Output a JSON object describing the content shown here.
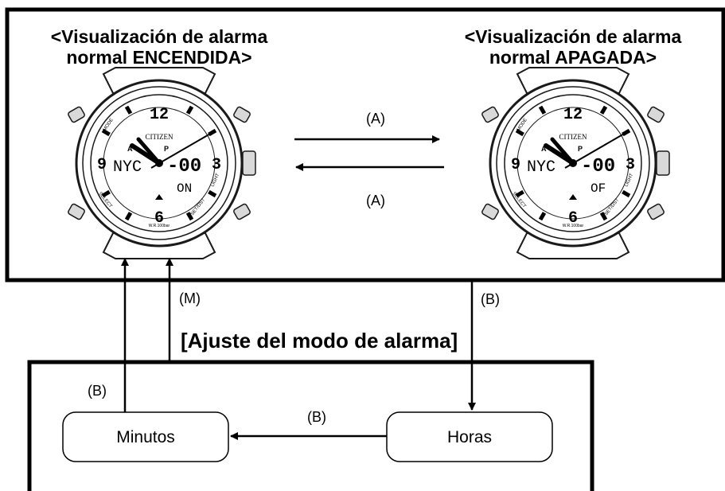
{
  "top_panel": {
    "left_title_line1": "<Visualización de alarma",
    "left_title_line2": "normal ENCENDIDA>",
    "right_title_line1": "<Visualización de alarma",
    "right_title_line2": "normal APAGADA>"
  },
  "watch_on": {
    "brand": "CITIZEN",
    "zone": "NYC",
    "time": "-00",
    "status": "ON",
    "hour_marks": [
      "12",
      "3",
      "6",
      "9"
    ],
    "indicators": [
      "A",
      "P"
    ],
    "depth_text": "W.R.100bar",
    "bezel_texts": [
      "MODE",
      "SELECT",
      "SET/DST",
      "LIGHT"
    ]
  },
  "watch_off": {
    "brand": "CITIZEN",
    "zone": "NYC",
    "time": "-00",
    "status": "OF",
    "hour_marks": [
      "12",
      "3",
      "6",
      "9"
    ],
    "indicators": [
      "A",
      "P"
    ],
    "depth_text": "W.R.100bar",
    "bezel_texts": [
      "MODE",
      "SELECT",
      "SET/DST",
      "LIGHT"
    ]
  },
  "arrows": {
    "a_top": "(A)",
    "a_bottom": "(A)",
    "m_label": "(M)",
    "b_right": "(B)",
    "b_left": "(B)",
    "b_middle": "(B)"
  },
  "bottom_panel": {
    "title": "[Ajuste del modo de alarma]",
    "box_minutes": "Minutos",
    "box_hours": "Horas"
  },
  "colors": {
    "line": "#000000",
    "watch_stroke": "#1a1a1a",
    "watch_fill": "#ffffff",
    "lug_fill": "#d9d9d9",
    "background": "#ffffff"
  }
}
